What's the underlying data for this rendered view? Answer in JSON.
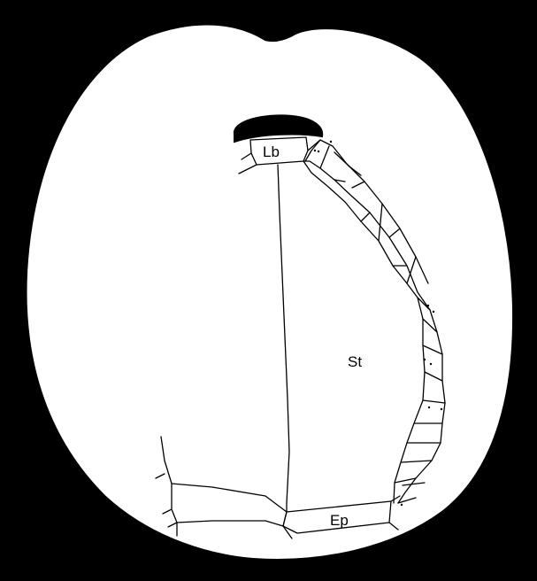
{
  "diagram": {
    "colors": {
      "background": "#000000",
      "body": "#ffffff",
      "outline": "#000000",
      "cap": "#000000"
    },
    "labels": {
      "labrum": "Lb",
      "sternum": "St",
      "episternum": "Ep"
    }
  }
}
